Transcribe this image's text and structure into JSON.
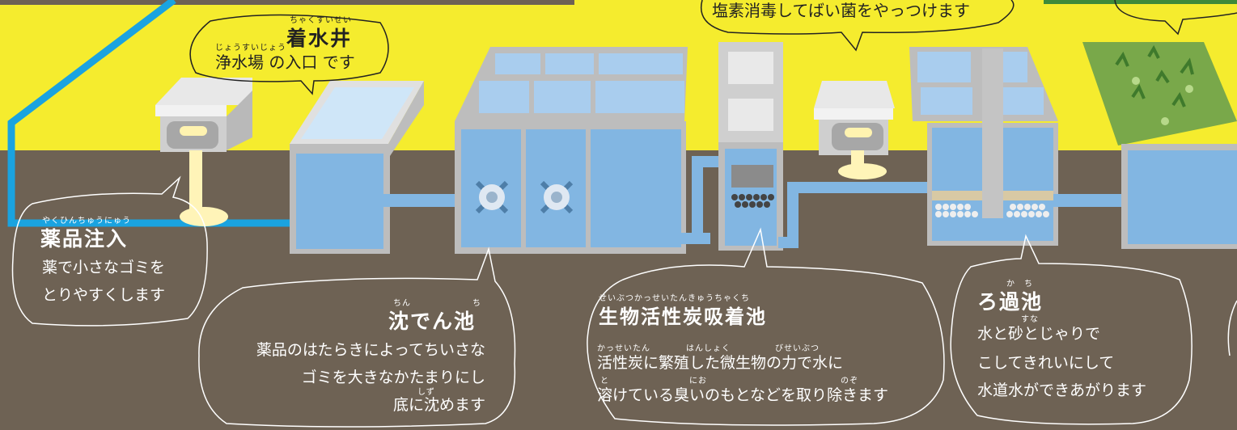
{
  "colors": {
    "sky": "#f5ec2e",
    "ground": "#6e6254",
    "water": "#82b6e2",
    "concrete": "#bdbdbd",
    "pipe_blue": "#1aa3e0",
    "pipe_cream": "#fff4b8"
  },
  "labels": {
    "chakusuisei": {
      "ruby": "ちゃくすいせい",
      "title": "着水井",
      "ruby2": "じょうすいじょう",
      "body": "浄水場 の入口 です"
    },
    "yakuhin": {
      "ruby": "やくひんちゅうにゅう",
      "title": "薬品注入",
      "lines": [
        "薬で小さなゴミを",
        "とりやすくします"
      ]
    },
    "chindenchi": {
      "ruby_chin": "ちん",
      "ruby_chi": "ち",
      "title": "沈でん池",
      "lines": [
        "薬品のはたらきによってちいさな",
        "ゴミを大きなかたまりにし",
        "底に沈めます"
      ],
      "ruby_shizu": "しず"
    },
    "enso": {
      "body": "塩素消毒してばい菌をやっつけます"
    },
    "kasseitan": {
      "ruby": "せいぶつかっせいたんきゅうちゃくち",
      "title": "生物活性炭吸着池",
      "ruby_line1": "かっせいたん　　　　はんしょく　　　　　びせいぶつ",
      "line1": "活性炭に繁殖した微生物の力で水に",
      "ruby_line2": "と　　　　　　　　　にお　　　　　　　　　　　　　　　のぞ",
      "line2": "溶けている臭いのもとなどを取り除きます"
    },
    "rokachi": {
      "ruby": "か　ち",
      "title": "ろ過池",
      "ruby_suna": "すな",
      "lines": [
        "水と砂とじゃりで",
        "こしてきれいにして",
        "水道水ができあがります"
      ]
    }
  }
}
